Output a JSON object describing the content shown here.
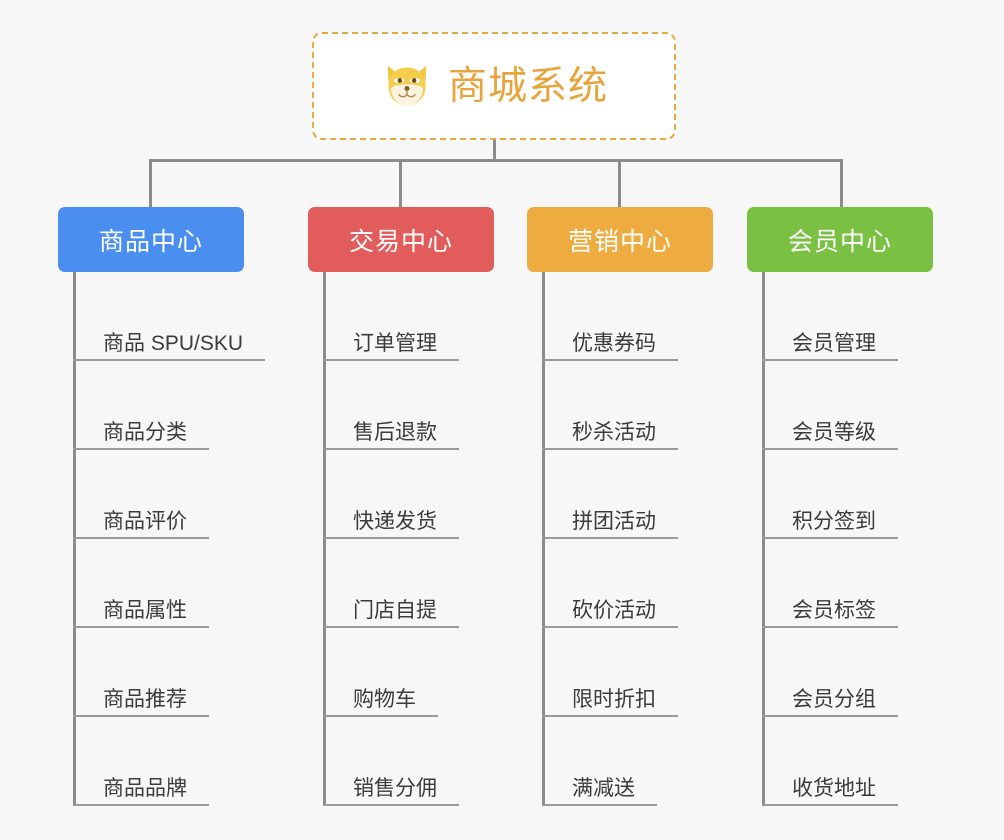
{
  "diagram": {
    "type": "mindmap",
    "background_color": "#f7f7f7",
    "connector_color": "#8c8c8c"
  },
  "root": {
    "title": "商城系统",
    "icon": "shiba-dog-icon",
    "text_color": "#e8a43c",
    "border_color": "#e9a93f",
    "background_color": "#ffffff"
  },
  "categories": [
    {
      "label": "商品中心",
      "color": "#4a8ef0",
      "text_color": "#ffffff",
      "items": [
        "商品 SPU/SKU",
        "商品分类",
        "商品评价",
        "商品属性",
        "商品推荐",
        "商品品牌"
      ]
    },
    {
      "label": "交易中心",
      "color": "#e25c5c",
      "text_color": "#ffffff",
      "items": [
        "订单管理",
        "售后退款",
        "快递发货",
        "门店自提",
        "购物车",
        "销售分佣"
      ]
    },
    {
      "label": "营销中心",
      "color": "#eeab3f",
      "text_color": "#ffffff",
      "items": [
        "优惠券码",
        "秒杀活动",
        "拼团活动",
        "砍价活动",
        "限时折扣",
        "满减送"
      ]
    },
    {
      "label": "会员中心",
      "color": "#7ac143",
      "text_color": "#ffffff",
      "items": [
        "会员管理",
        "会员等级",
        "积分签到",
        "会员标签",
        "会员分组",
        "收货地址"
      ]
    }
  ]
}
